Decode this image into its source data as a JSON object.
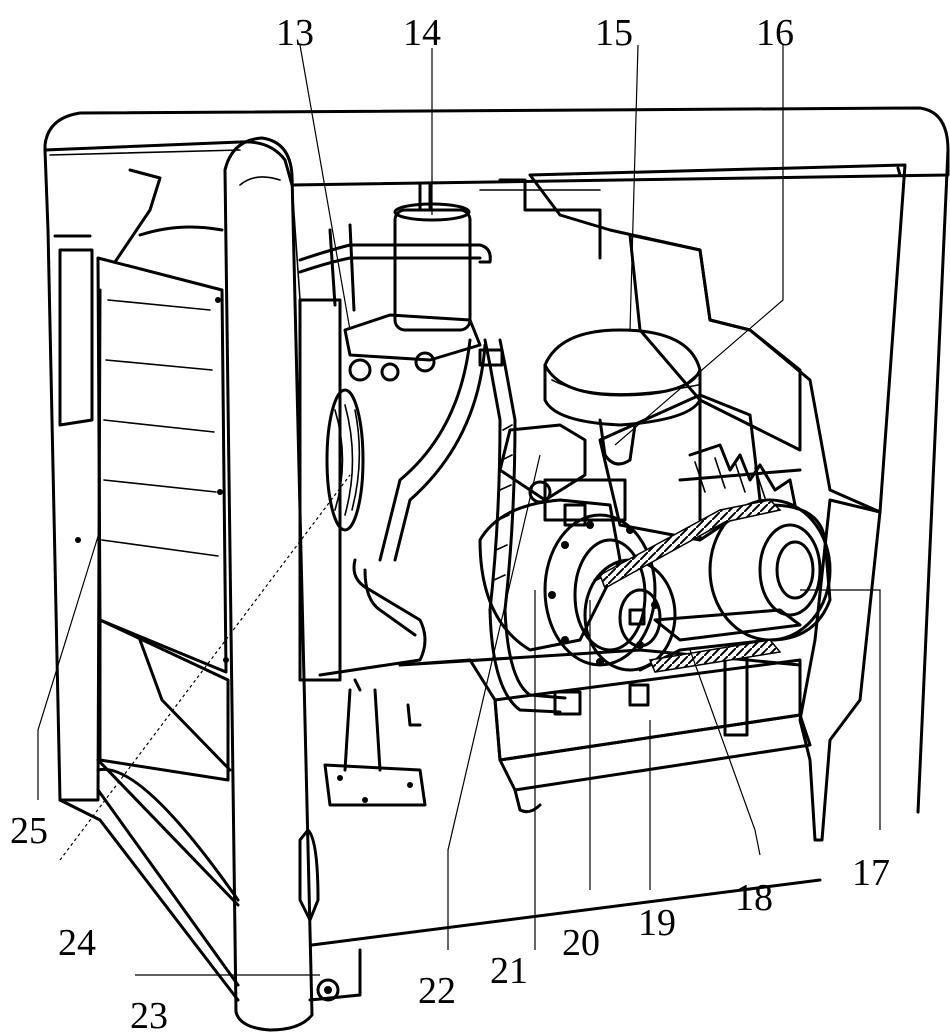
{
  "callouts": [
    {
      "id": "13",
      "label": "13"
    },
    {
      "id": "14",
      "label": "14"
    },
    {
      "id": "15",
      "label": "15"
    },
    {
      "id": "16",
      "label": "16"
    },
    {
      "id": "17",
      "label": "17"
    },
    {
      "id": "18",
      "label": "18"
    },
    {
      "id": "19",
      "label": "19"
    },
    {
      "id": "20",
      "label": "20"
    },
    {
      "id": "21",
      "label": "21"
    },
    {
      "id": "22",
      "label": "22"
    },
    {
      "id": "23",
      "label": "23"
    },
    {
      "id": "24",
      "label": "24"
    },
    {
      "id": "25",
      "label": "25"
    }
  ],
  "colors": {
    "ink": "#000000",
    "paper": "#ffffff"
  }
}
